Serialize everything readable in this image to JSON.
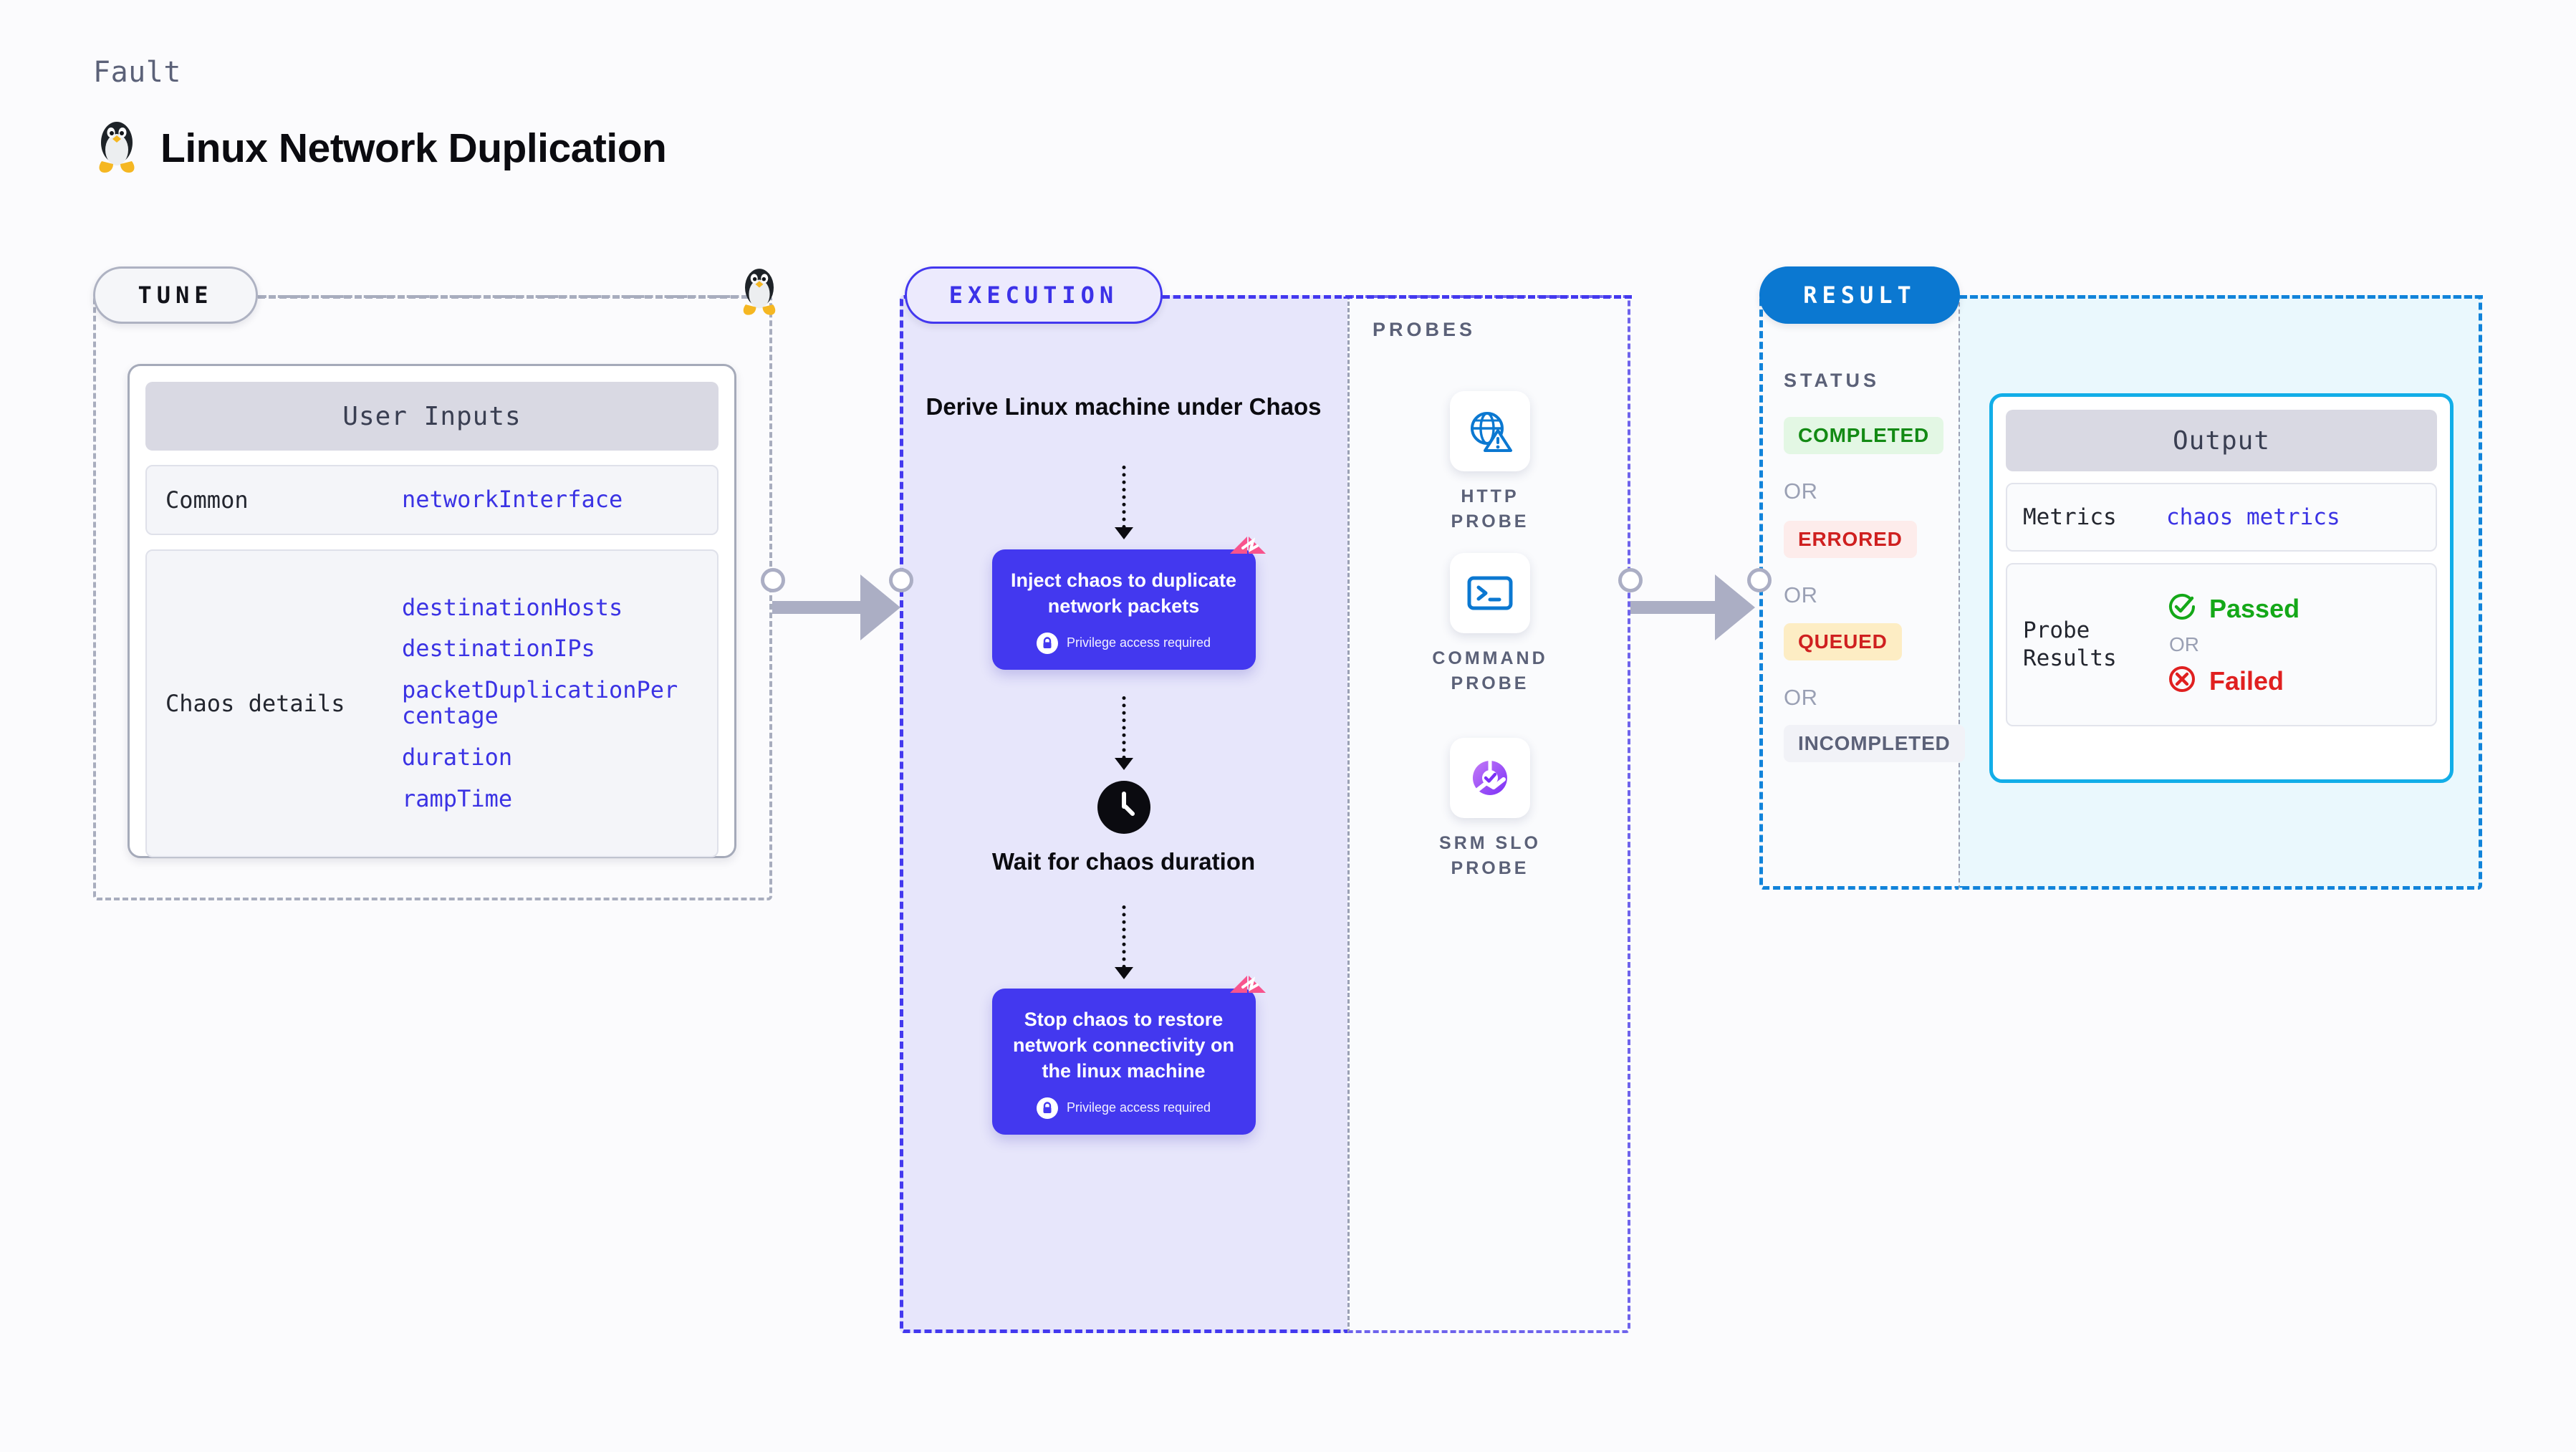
{
  "header": {
    "eyebrow": "Fault",
    "title": "Linux Network Duplication",
    "icon": "linux-penguin-icon"
  },
  "tune": {
    "pill_label": "TUNE",
    "card_title": "User Inputs",
    "rows": [
      {
        "key": "Common",
        "values": [
          "networkInterface"
        ]
      },
      {
        "key": "Chaos details",
        "values": [
          "destinationHosts",
          "destinationIPs",
          "packetDuplicationPercentage",
          "duration",
          "rampTime"
        ]
      }
    ]
  },
  "execution": {
    "pill_label": "EXECUTION",
    "step1_title": "Derive Linux machine under Chaos",
    "step2_title": "Inject chaos to duplicate network packets",
    "step2_privilege": "Privilege access required",
    "step3_title": "Wait for chaos duration",
    "step4_title": "Stop chaos to restore network connectivity on the linux machine",
    "step4_privilege": "Privilege access required"
  },
  "probes": {
    "label": "PROBES",
    "items": [
      {
        "name": "HTTP PROBE",
        "icon": "globe-warning-icon"
      },
      {
        "name": "COMMAND PROBE",
        "icon": "terminal-icon"
      },
      {
        "name": "SRM SLO PROBE",
        "icon": "slo-donut-check-icon"
      }
    ]
  },
  "result": {
    "pill_label": "RESULT",
    "status_label": "STATUS",
    "or_label": "OR",
    "statuses": [
      {
        "label": "COMPLETED",
        "bg": "#e3f7e4",
        "fg": "#138a14"
      },
      {
        "label": "ERRORED",
        "bg": "#fdeceb",
        "fg": "#cf2020"
      },
      {
        "label": "QUEUED",
        "bg": "#fdedc4",
        "fg": "#cf2020"
      },
      {
        "label": "INCOMPLETED",
        "bg": "#f1f2f7",
        "fg": "#5b6178"
      }
    ],
    "output": {
      "title": "Output",
      "metrics_key": "Metrics",
      "metrics_value": "chaos metrics",
      "probe_key": "Probe Results",
      "passed_label": "Passed",
      "failed_label": "Failed",
      "or_label": "OR",
      "passed_color": "#14a818",
      "failed_color": "#e02020"
    }
  },
  "colors": {
    "violet": "#4338ef",
    "blue": "#0b78d1",
    "cyan": "#12aee8",
    "grey": "#a8adbe",
    "exec_bg": "#e7e6fb",
    "result_bg": "#eaf8fd"
  }
}
